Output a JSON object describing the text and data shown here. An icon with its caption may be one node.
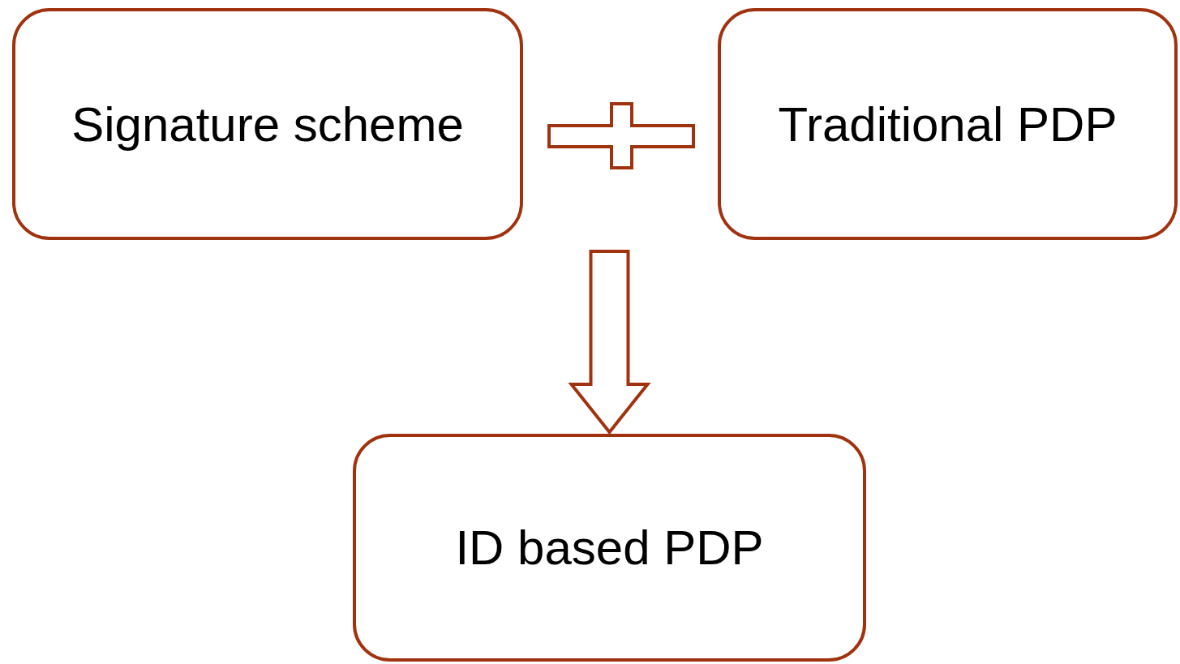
{
  "diagram": {
    "nodes": [
      {
        "text": [
          "Signature scheme"
        ]
      },
      {
        "text": [
          "Traditional PDP"
        ]
      },
      {
        "text": [
          "ID based PDP"
        ]
      }
    ],
    "edges": [
      {
        "from": null,
        "to": 2,
        "arrow": "to"
      }
    ]
  }
}
